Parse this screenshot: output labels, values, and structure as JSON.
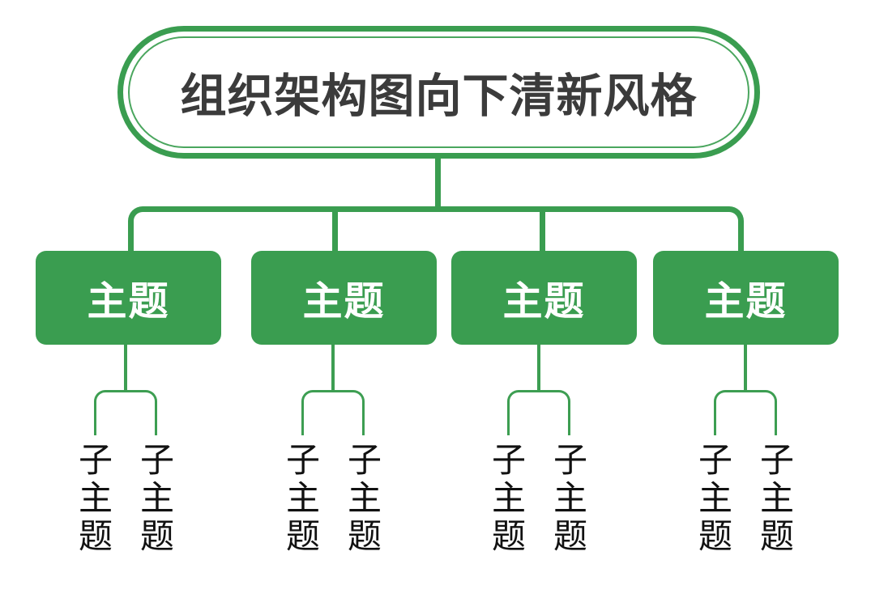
{
  "diagram": {
    "type": "organization-chart",
    "orientation": "top-down",
    "style_name": "fresh-green",
    "colors": {
      "accent": "#3a9d50",
      "accent_light": "#4aa65e",
      "node_fill": "#3a9d50",
      "node_text": "#ffffff",
      "root_text": "#3b3b3b",
      "leaf_text": "#111111",
      "background": "#ffffff"
    },
    "root": {
      "label": "组织架构图向下清新风格",
      "shape": "double-outline-pill"
    },
    "branches": [
      {
        "label": "主题",
        "children": [
          {
            "label": "子主题",
            "chars": [
              "子",
              "主",
              "题"
            ]
          },
          {
            "label": "子主题",
            "chars": [
              "子",
              "主",
              "题"
            ]
          }
        ]
      },
      {
        "label": "主题",
        "children": [
          {
            "label": "子主题",
            "chars": [
              "子",
              "主",
              "题"
            ]
          },
          {
            "label": "子主题",
            "chars": [
              "子",
              "主",
              "题"
            ]
          }
        ]
      },
      {
        "label": "主题",
        "children": [
          {
            "label": "子主题",
            "chars": [
              "子",
              "主",
              "题"
            ]
          },
          {
            "label": "子主题",
            "chars": [
              "子",
              "主",
              "题"
            ]
          }
        ]
      },
      {
        "label": "主题",
        "children": [
          {
            "label": "子主题",
            "chars": [
              "子",
              "主",
              "题"
            ]
          },
          {
            "label": "子主题",
            "chars": [
              "子",
              "主",
              "题"
            ]
          }
        ]
      }
    ]
  }
}
